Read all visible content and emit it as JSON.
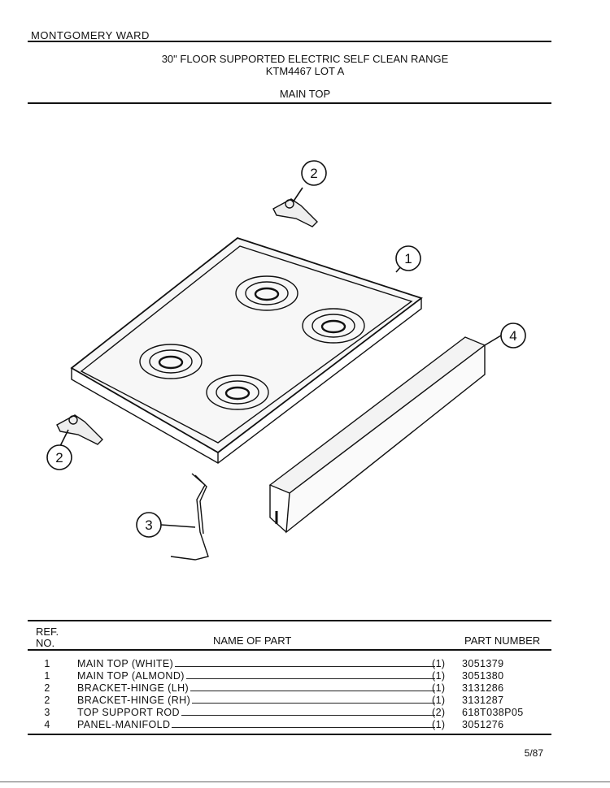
{
  "header": {
    "brand": "MONTGOMERY WARD",
    "title_line1": "30\" FLOOR SUPPORTED ELECTRIC SELF CLEAN RANGE",
    "title_line2": "KTM4467 LOT A",
    "section": "MAIN TOP"
  },
  "callouts": [
    "1",
    "2",
    "2",
    "3",
    "4"
  ],
  "table": {
    "col_ref_line1": "REF.",
    "col_ref_line2": "NO.",
    "col_name": "NAME OF PART",
    "col_part": "PART NUMBER",
    "rows": [
      {
        "ref": "1",
        "name": "MAIN TOP (WHITE)",
        "qty": "(1)",
        "part": "3051379"
      },
      {
        "ref": "1",
        "name": "MAIN TOP (ALMOND)",
        "qty": "(1)",
        "part": "3051380"
      },
      {
        "ref": "2",
        "name": "BRACKET-HINGE (LH)",
        "qty": "(1)",
        "part": "3131286"
      },
      {
        "ref": "2",
        "name": "BRACKET-HINGE (RH)",
        "qty": "(1)",
        "part": "3131287"
      },
      {
        "ref": "3",
        "name": "TOP SUPPORT ROD",
        "qty": "(2)",
        "part": "618T038P05"
      },
      {
        "ref": "4",
        "name": "PANEL-MANIFOLD",
        "qty": "(1)",
        "part": "3051276"
      }
    ]
  },
  "footer": {
    "page": "5/87"
  }
}
